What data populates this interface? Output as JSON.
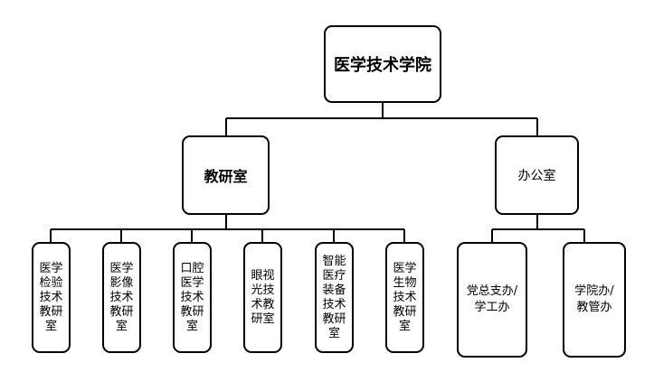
{
  "root": {
    "label": "医学技术学院"
  },
  "level2": {
    "teaching": {
      "label": "教研室"
    },
    "office": {
      "label": "办公室"
    }
  },
  "teaching_units": [
    {
      "label": "医学检验技术教研室"
    },
    {
      "label": "医学影像技术教研室"
    },
    {
      "label": "口腔医学技术教研室"
    },
    {
      "label": "眼视光技术教研室"
    },
    {
      "label": "智能医疗装备技术教研室"
    },
    {
      "label": "医学生物技术教研室"
    }
  ],
  "office_units": [
    {
      "label": "党总支办/学工办"
    },
    {
      "label": "学院办/教管办"
    }
  ]
}
